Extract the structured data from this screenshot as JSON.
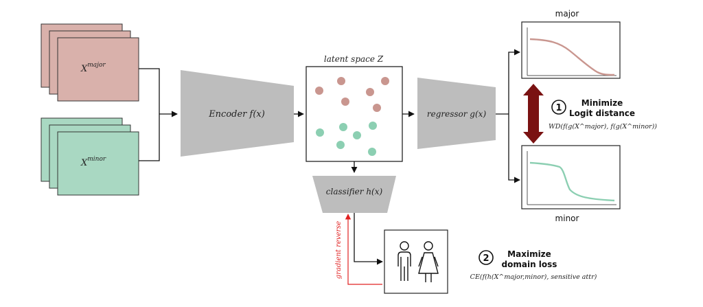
{
  "inputs": {
    "major_label": "X",
    "major_sup": "major",
    "minor_label": "X",
    "minor_sup": "minor"
  },
  "encoder": {
    "label": "Encoder f(x)"
  },
  "latent": {
    "title": "latent space Z"
  },
  "regressor": {
    "label": "regressor g(x)"
  },
  "classifier": {
    "label": "classifier h(x)"
  },
  "plots": {
    "major_title": "major",
    "minor_title": "minor"
  },
  "step1": {
    "number": "1",
    "line1": "Minimize",
    "line2": "Logit distance",
    "formula": "WD(f(g(X^major), f(g(X^minor))"
  },
  "step2": {
    "number": "2",
    "line1": "Maximize",
    "line2": "domain loss",
    "formula": "CE(f(h(X^major,minor), sensitive attr)"
  },
  "gradient": {
    "label": "gradient reverse"
  },
  "colors": {
    "major": "#d9b1ab",
    "major_dot": "#c9968f",
    "minor": "#a9d8c2",
    "minor_dot": "#8ccfb2",
    "block": "#bdbdbd",
    "arrow_double": "#7a1212",
    "gradient": "#e02020"
  }
}
